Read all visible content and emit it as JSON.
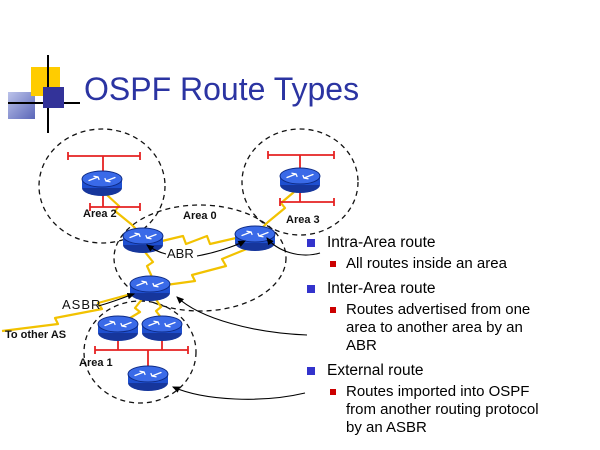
{
  "slide": {
    "title": "OSPF Route Types",
    "title_color": "#2B34A2"
  },
  "diagram": {
    "area_labels": {
      "area0": "Area 0",
      "area1": "Area 1",
      "area2": "Area 2",
      "area3": "Area 3"
    },
    "router_labels": {
      "abr": "ABR",
      "asbr": "ASBR"
    },
    "external_label": "To other AS",
    "colors": {
      "serial_link": "#F2C200",
      "ethernet_segment": "#E52222",
      "router_top": "#3A6AE8",
      "router_body": "#1E4FD0",
      "boundary_dash": "#111111"
    }
  },
  "bullets": {
    "level1_bullet_color": "#3333CC",
    "level2_bullet_color": "#CC0000",
    "items": [
      {
        "level": 1,
        "text": "Intra-Area route"
      },
      {
        "level": 2,
        "text": "All routes inside an area"
      },
      {
        "level": 1,
        "text": "Inter-Area route"
      },
      {
        "level": 2,
        "text": "Routes advertised from one area to another area by an ABR"
      },
      {
        "level": 1,
        "text": "External route"
      },
      {
        "level": 2,
        "text": "Routes imported into OSPF from another routing protocol by an ASBR"
      }
    ]
  }
}
